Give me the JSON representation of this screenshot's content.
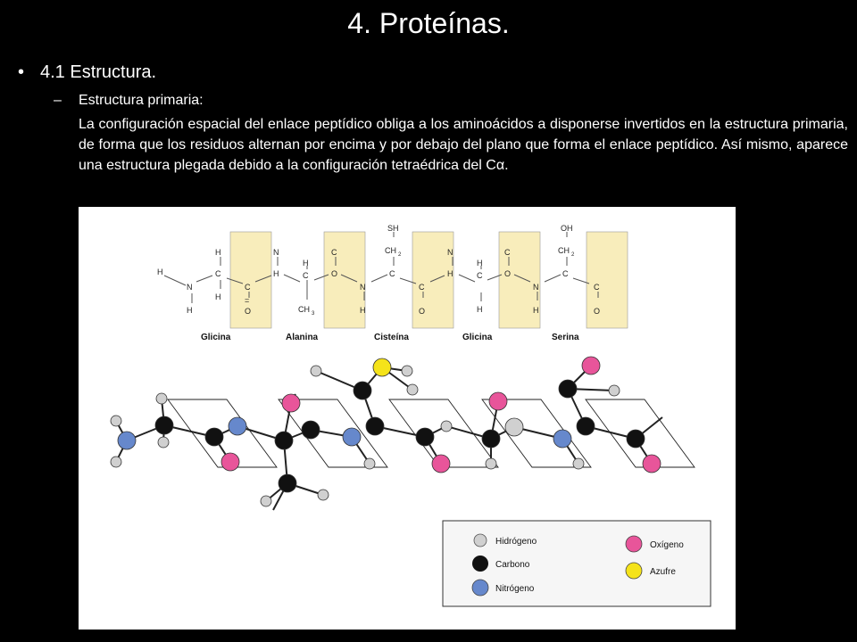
{
  "slide": {
    "title": "4. Proteínas.",
    "bullet1": "4.1 Estructura.",
    "bullet1_marker": "•",
    "bullet2": "Estructura primaria:",
    "bullet2_marker": "–",
    "paragraph": "La configuración espacial del enlace peptídico obliga a los aminoácidos a disponerse invertidos en la estructura primaria, de forma que los residuos alternan por encima y por debajo del plano que forma el enlace peptídico. Así mismo, aparece una estructura plegada debido a la configuración tetraédrica del Cα."
  },
  "figure": {
    "residues": [
      "Glicina",
      "Alanina",
      "Cisteína",
      "Glicina",
      "Serina"
    ],
    "side_labels": {
      "sh": "SH",
      "oh": "OH",
      "ch2": "CH",
      "ch3": "CH",
      "sub2": "2",
      "sub3": "3"
    },
    "legend": {
      "items": [
        {
          "label": "Hidrógeno",
          "color": "#d0d0d0"
        },
        {
          "label": "Carbono",
          "color": "#111111"
        },
        {
          "label": "Nitrógeno",
          "color": "#6688cc"
        },
        {
          "label": "Oxígeno",
          "color": "#e8559a"
        },
        {
          "label": "Azufre",
          "color": "#f5e31a"
        }
      ]
    },
    "colors": {
      "highlight": "#f8edbb",
      "hydrogen": "#d0d0d0",
      "carbon": "#111111",
      "nitrogen": "#6688cc",
      "oxygen": "#e8559a",
      "sulfur": "#f5e31a"
    }
  }
}
